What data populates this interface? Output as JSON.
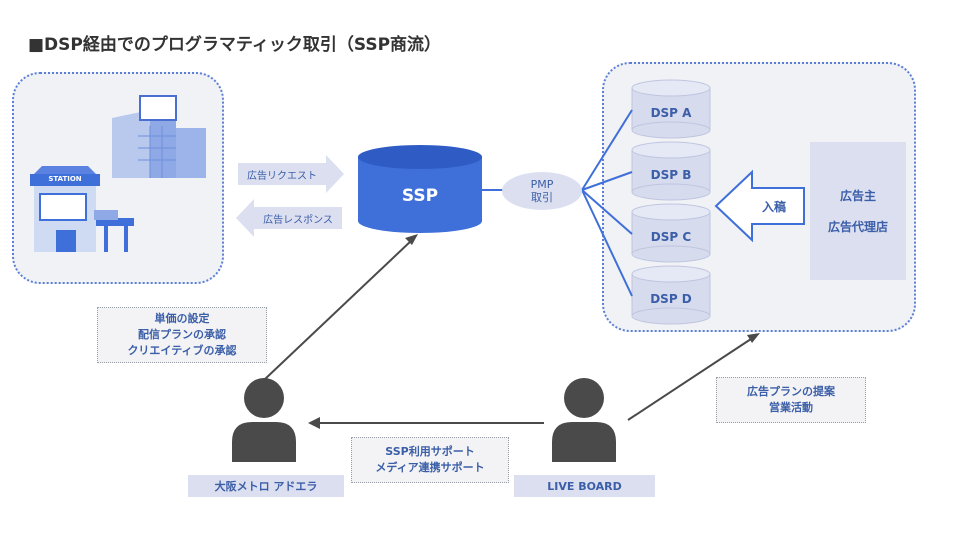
{
  "title": "■DSP経由でのプログラマティック取引（SSP商流）",
  "left_panel": {
    "station_sign": "STATION"
  },
  "flows": {
    "request": "広告リクエスト",
    "response": "広告レスポンス"
  },
  "ssp": {
    "label": "SSP"
  },
  "pmp": {
    "line1": "PMP",
    "line2": "取引"
  },
  "dsp": [
    "DSP A",
    "DSP B",
    "DSP C",
    "DSP D"
  ],
  "submission": "入稿",
  "advertiser": {
    "line1": "広告主",
    "line2": "広告代理店"
  },
  "note_left": {
    "line1": "単価の設定",
    "line2": "配信プランの承認",
    "line3": "クリエイティブの承認"
  },
  "note_right": {
    "line1": "広告プランの提案",
    "line2": "営業活動"
  },
  "note_center": {
    "line1": "SSP利用サポート",
    "line2": "メディア連携サポート"
  },
  "person_left": {
    "label": "大阪メトロ アドエラ"
  },
  "person_right": {
    "label": "LIVE BOARD"
  },
  "colors": {
    "accent": "#3f6fd8",
    "label": "#3b5ea8",
    "light": "#dcdff0",
    "person": "#4a4a4a"
  }
}
